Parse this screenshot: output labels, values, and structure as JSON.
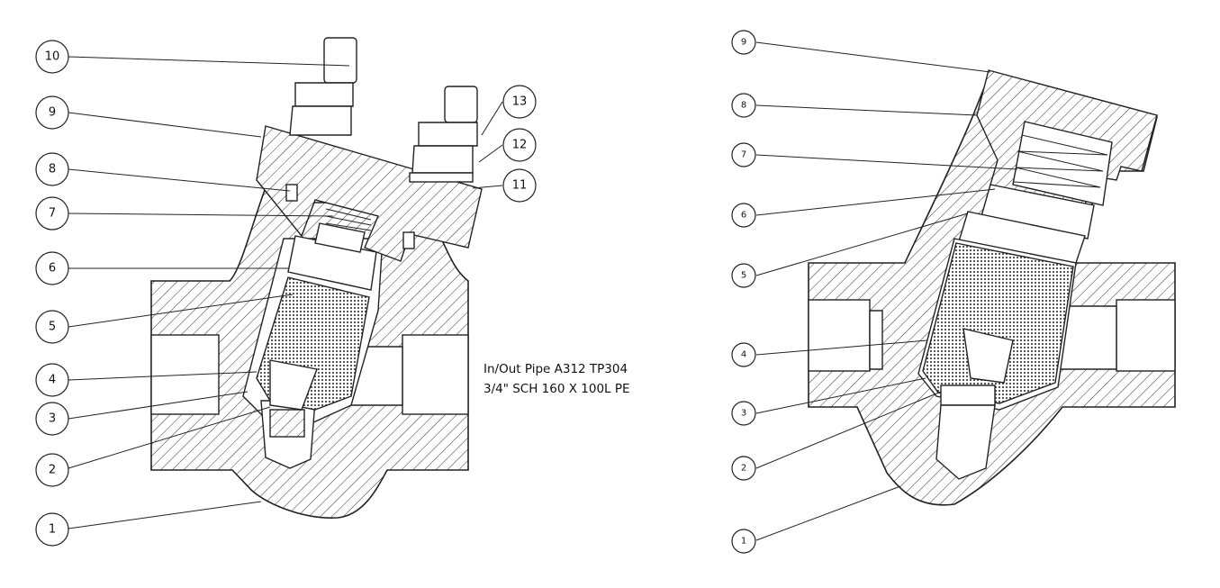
{
  "left_view": {
    "callouts": [
      "10",
      "9",
      "8",
      "7",
      "6",
      "5",
      "4",
      "3",
      "2",
      "1",
      "13",
      "12",
      "11"
    ],
    "note": {
      "line1": "In/Out Pipe A312 TP304",
      "line2": "3/4\" SCH 160 X 100L PE"
    }
  },
  "right_view": {
    "callouts": [
      "9",
      "8",
      "7",
      "6",
      "5",
      "4",
      "3",
      "2",
      "1"
    ]
  }
}
